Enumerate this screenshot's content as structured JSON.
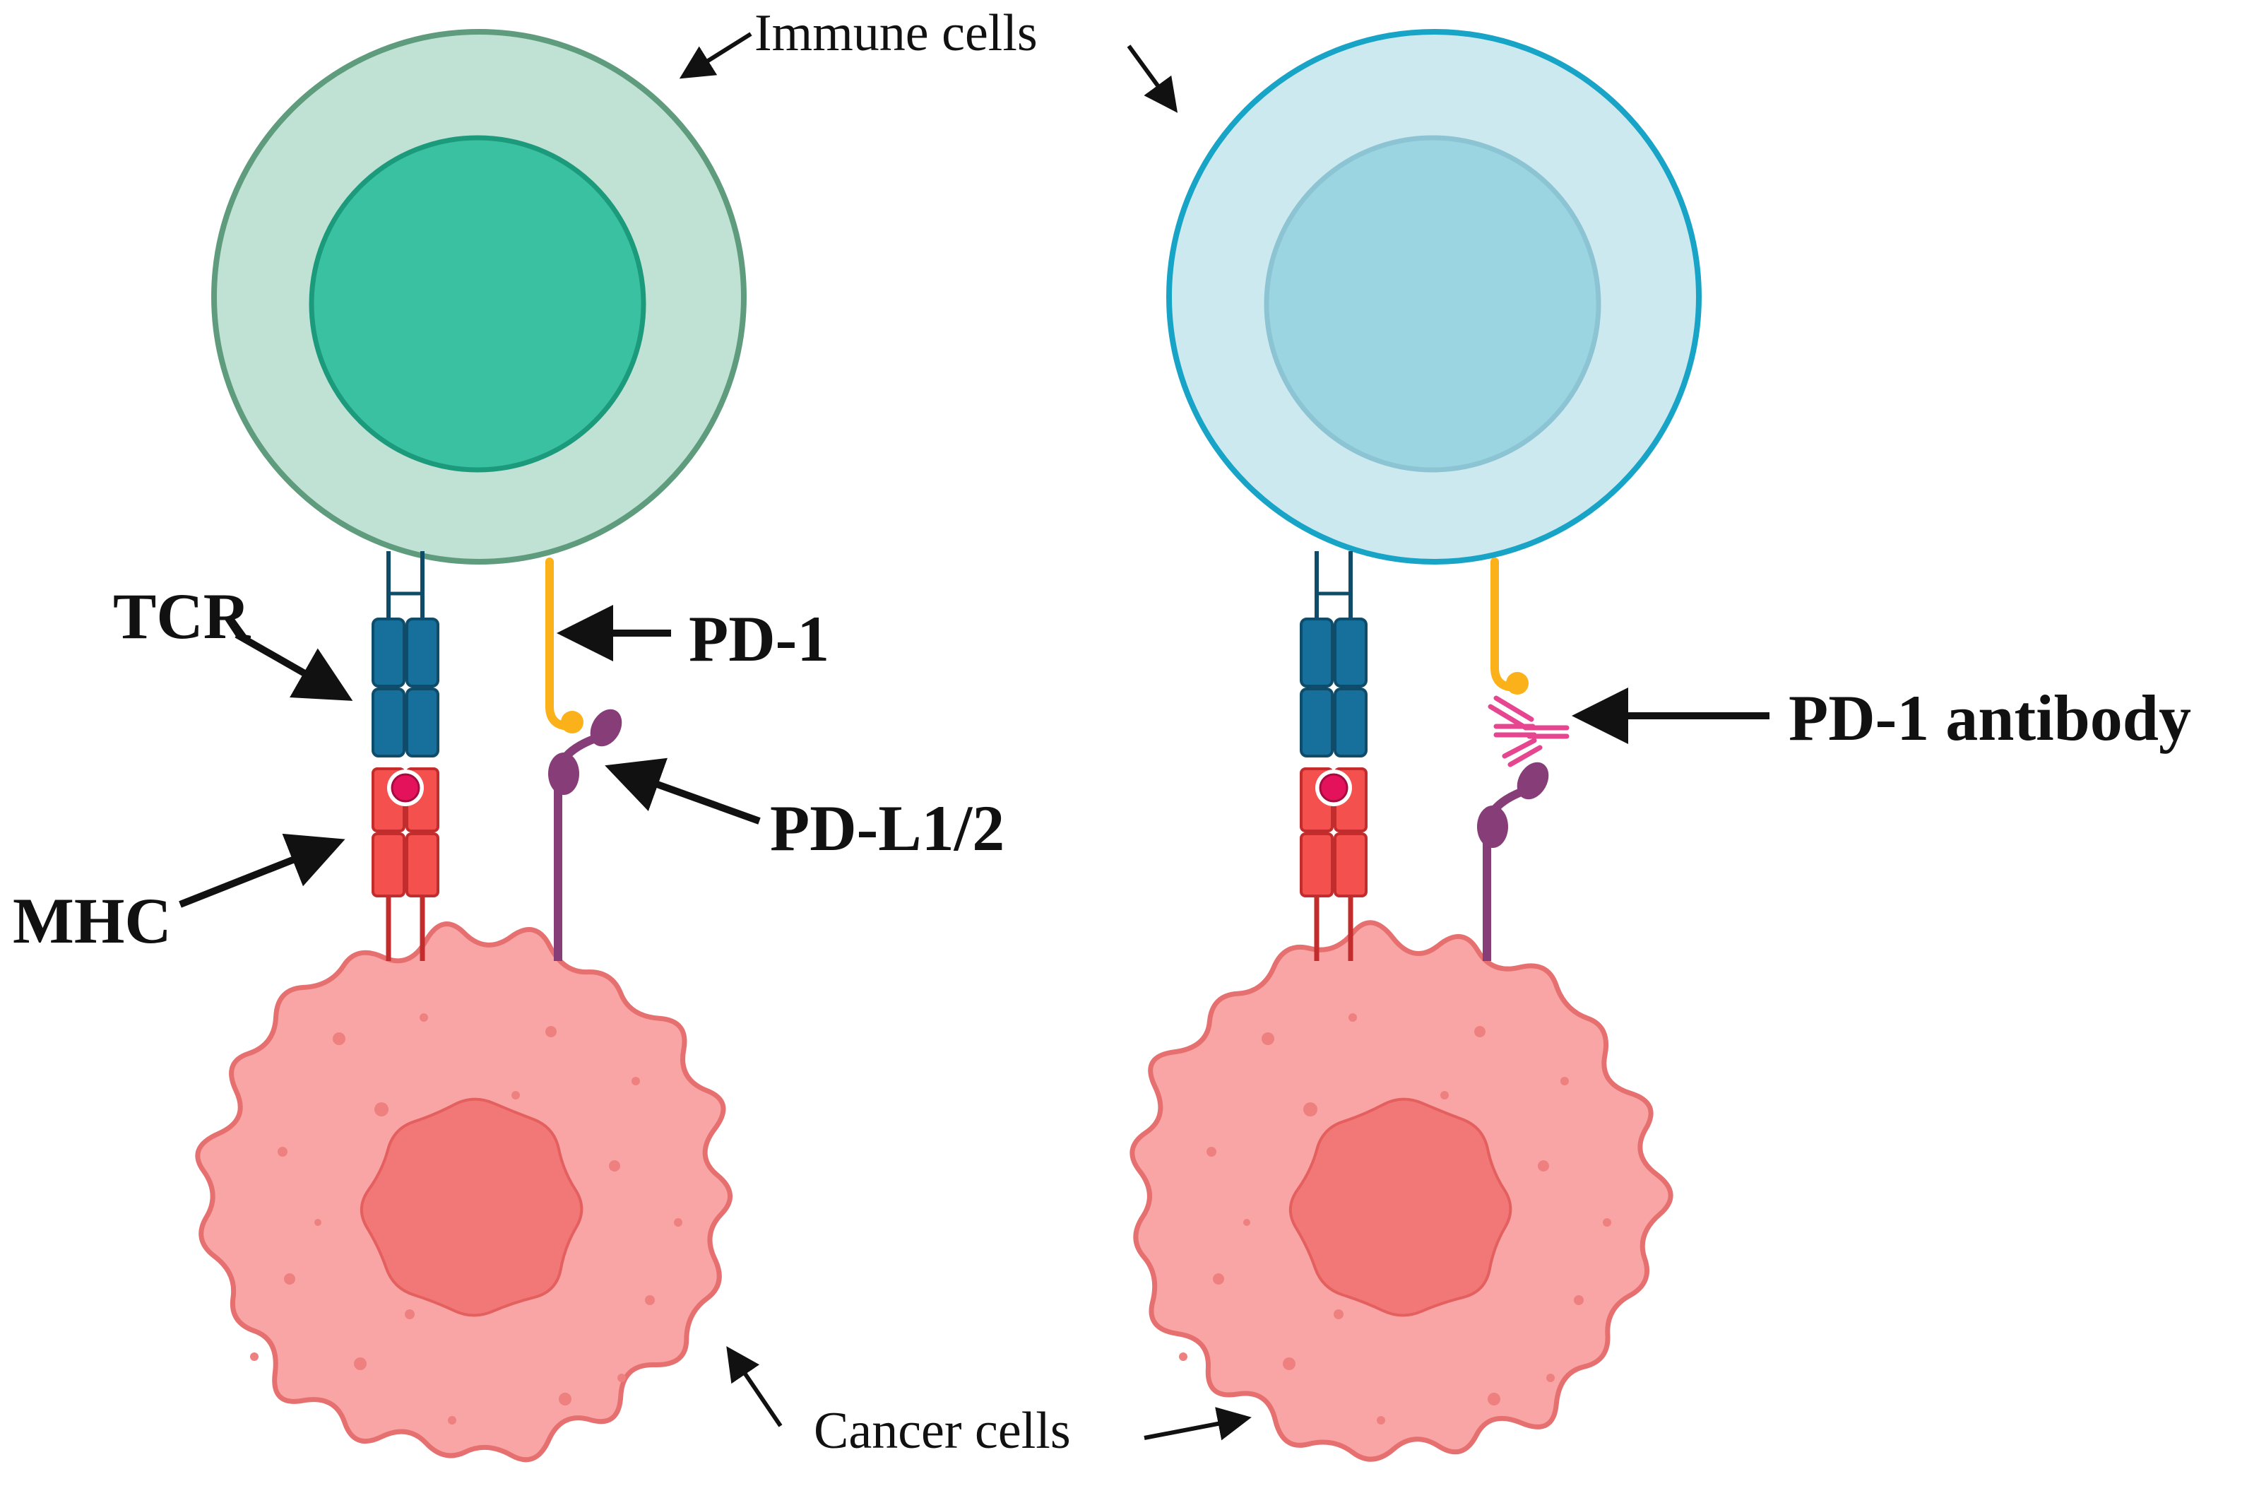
{
  "labels": {
    "immune_cells": "Immune cells",
    "cancer_cells": "Cancer cells",
    "tcr": "TCR",
    "mhc": "MHC",
    "pd1": "PD-1",
    "pdl": "PD-L1/2",
    "pd1_antibody": "PD-1 antibody"
  },
  "colors": {
    "immune_left_fill": "#bfe2d4",
    "immune_left_stroke": "#5f9c7e",
    "immune_left_nucleus": "#3ac1a1",
    "immune_left_nucleus_stroke": "#1c9a7c",
    "immune_right_fill": "#cde9f0",
    "immune_right_stroke": "#17a4c7",
    "immune_right_nucleus": "#9bd5e2",
    "cancer_fill": "#f9a5a5",
    "cancer_stroke": "#e5706f",
    "cancer_nucleus": "#f27777",
    "tcr_blue": "#176f9b",
    "tcr_stroke": "#0f4c6a",
    "mhc_red": "#f4504e",
    "mhc_stroke": "#c32c2c",
    "antigen": "#e4115b",
    "pd1_orange": "#fbb119",
    "pdl_purple": "#873d78",
    "antibody_pink": "#e6458f",
    "arrow": "#111111"
  }
}
